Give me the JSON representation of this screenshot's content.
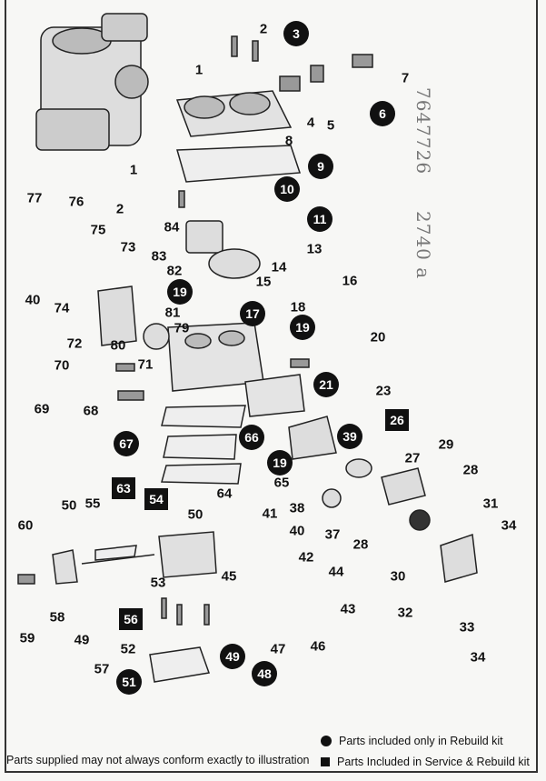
{
  "diagram": {
    "labels": [
      {
        "text": "2",
        "style": "plain"
      },
      {
        "text": "3",
        "style": "circle"
      },
      {
        "text": "1",
        "style": "plain"
      },
      {
        "text": "7",
        "style": "plain"
      },
      {
        "text": "6",
        "style": "circle"
      },
      {
        "text": "4",
        "style": "plain"
      },
      {
        "text": "5",
        "style": "plain"
      },
      {
        "text": "8",
        "style": "plain"
      },
      {
        "text": "9",
        "style": "circle"
      },
      {
        "text": "1",
        "style": "plain"
      },
      {
        "text": "10",
        "style": "circle"
      },
      {
        "text": "2",
        "style": "plain"
      },
      {
        "text": "11",
        "style": "circle"
      },
      {
        "text": "77",
        "style": "plain"
      },
      {
        "text": "76",
        "style": "plain"
      },
      {
        "text": "75",
        "style": "plain"
      },
      {
        "text": "84",
        "style": "plain"
      },
      {
        "text": "73",
        "style": "plain"
      },
      {
        "text": "83",
        "style": "plain"
      },
      {
        "text": "13",
        "style": "plain"
      },
      {
        "text": "82",
        "style": "plain"
      },
      {
        "text": "14",
        "style": "plain"
      },
      {
        "text": "40",
        "style": "plain"
      },
      {
        "text": "74",
        "style": "plain"
      },
      {
        "text": "19",
        "style": "circle"
      },
      {
        "text": "15",
        "style": "plain"
      },
      {
        "text": "16",
        "style": "plain"
      },
      {
        "text": "81",
        "style": "plain"
      },
      {
        "text": "17",
        "style": "circle"
      },
      {
        "text": "18",
        "style": "plain"
      },
      {
        "text": "72",
        "style": "plain"
      },
      {
        "text": "80",
        "style": "plain"
      },
      {
        "text": "79",
        "style": "plain"
      },
      {
        "text": "71",
        "style": "plain"
      },
      {
        "text": "19",
        "style": "circle"
      },
      {
        "text": "20",
        "style": "plain"
      },
      {
        "text": "70",
        "style": "plain"
      },
      {
        "text": "69",
        "style": "plain"
      },
      {
        "text": "68",
        "style": "plain"
      },
      {
        "text": "21",
        "style": "circle"
      },
      {
        "text": "23",
        "style": "plain"
      },
      {
        "text": "67",
        "style": "circle"
      },
      {
        "text": "66",
        "style": "circle"
      },
      {
        "text": "26",
        "style": "square"
      },
      {
        "text": "39",
        "style": "circle"
      },
      {
        "text": "19",
        "style": "circle"
      },
      {
        "text": "27",
        "style": "plain"
      },
      {
        "text": "29",
        "style": "plain"
      },
      {
        "text": "65",
        "style": "plain"
      },
      {
        "text": "64",
        "style": "plain"
      },
      {
        "text": "38",
        "style": "plain"
      },
      {
        "text": "28",
        "style": "plain"
      },
      {
        "text": "63",
        "style": "square"
      },
      {
        "text": "54",
        "style": "square"
      },
      {
        "text": "50",
        "style": "plain"
      },
      {
        "text": "55",
        "style": "plain"
      },
      {
        "text": "60",
        "style": "plain"
      },
      {
        "text": "50",
        "style": "plain"
      },
      {
        "text": "41",
        "style": "plain"
      },
      {
        "text": "31",
        "style": "plain"
      },
      {
        "text": "37",
        "style": "plain"
      },
      {
        "text": "40",
        "style": "plain"
      },
      {
        "text": "28",
        "style": "plain"
      },
      {
        "text": "34",
        "style": "plain"
      },
      {
        "text": "42",
        "style": "plain"
      },
      {
        "text": "44",
        "style": "plain"
      },
      {
        "text": "45",
        "style": "plain"
      },
      {
        "text": "53",
        "style": "plain"
      },
      {
        "text": "56",
        "style": "square"
      },
      {
        "text": "58",
        "style": "plain"
      },
      {
        "text": "30",
        "style": "plain"
      },
      {
        "text": "59",
        "style": "plain"
      },
      {
        "text": "49",
        "style": "plain"
      },
      {
        "text": "43",
        "style": "plain"
      },
      {
        "text": "52",
        "style": "plain"
      },
      {
        "text": "32",
        "style": "plain"
      },
      {
        "text": "33",
        "style": "plain"
      },
      {
        "text": "47",
        "style": "plain"
      },
      {
        "text": "46",
        "style": "plain"
      },
      {
        "text": "57",
        "style": "plain"
      },
      {
        "text": "49",
        "style": "circle"
      },
      {
        "text": "48",
        "style": "circle"
      },
      {
        "text": "51",
        "style": "circle"
      },
      {
        "text": "34",
        "style": "plain"
      }
    ]
  },
  "handwritten_notes": [
    "7647726",
    "2740 a"
  ],
  "footer": {
    "disclaimer": "Parts supplied may not always conform exactly to illustration",
    "legend_circle": "Parts included only in Rebuild kit",
    "legend_square": "Parts Included in Service & Rebuild kit"
  }
}
